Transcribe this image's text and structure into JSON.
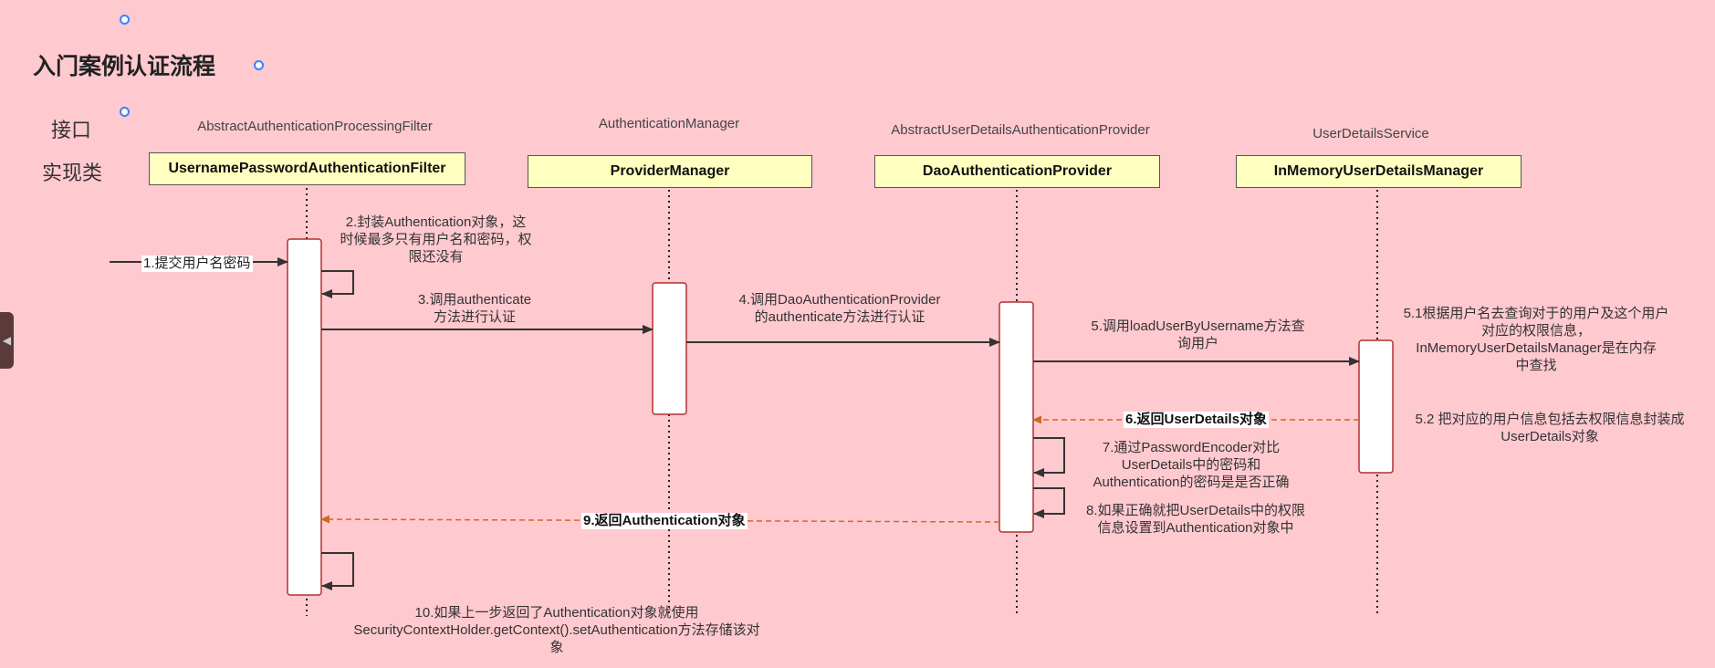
{
  "title": "入门案例认证流程",
  "row_labels": {
    "interface": "接口",
    "implementation": "实现类"
  },
  "lifelines": [
    {
      "interface": "AbstractAuthenticationProcessingFilter",
      "implementation": "UsernamePasswordAuthenticationFilter"
    },
    {
      "interface": "AuthenticationManager",
      "implementation": "ProviderManager"
    },
    {
      "interface": "AbstractUserDetailsAuthenticationProvider",
      "implementation": "DaoAuthenticationProvider"
    },
    {
      "interface": "UserDetailsService",
      "implementation": "InMemoryUserDetailsManager"
    }
  ],
  "messages": {
    "m1": "1.提交用户名密码",
    "m2": "2.封装Authentication对象，这\n时候最多只有用户名和密码，权\n限还没有",
    "m3": "3.调用authenticate\n方法进行认证",
    "m4": "4.调用DaoAuthenticationProvider\n的authenticate方法进行认证",
    "m5": "5.调用loadUserByUsername方法查\n询用户",
    "m51": "5.1根据用户名去查询对于的用户及这个用户\n对应的权限信息，\nInMemoryUserDetailsManager是在内存\n中查找",
    "m52": "5.2 把对应的用户信息包括去权限信息封装成\nUserDetails对象",
    "m6": "6.返回UserDetails对象",
    "m7": "7.通过PasswordEncoder对比\nUserDetails中的密码和\nAuthentication的密码是是否正确",
    "m8": "8.如果正确就把UserDetails中的权限\n信息设置到Authentication对象中",
    "m9": "9.返回Authentication对象",
    "m10": "10.如果上一步返回了Authentication对象就使用\nSecurityContextHolder.getContext().setAuthentication方法存储该对\n象"
  },
  "colors": {
    "background": "#ffc9d0",
    "box_fill": "#ffffc0",
    "activation_border": "#b03030",
    "return_arrow": "#d2691e",
    "handle": "#3b82f6"
  }
}
